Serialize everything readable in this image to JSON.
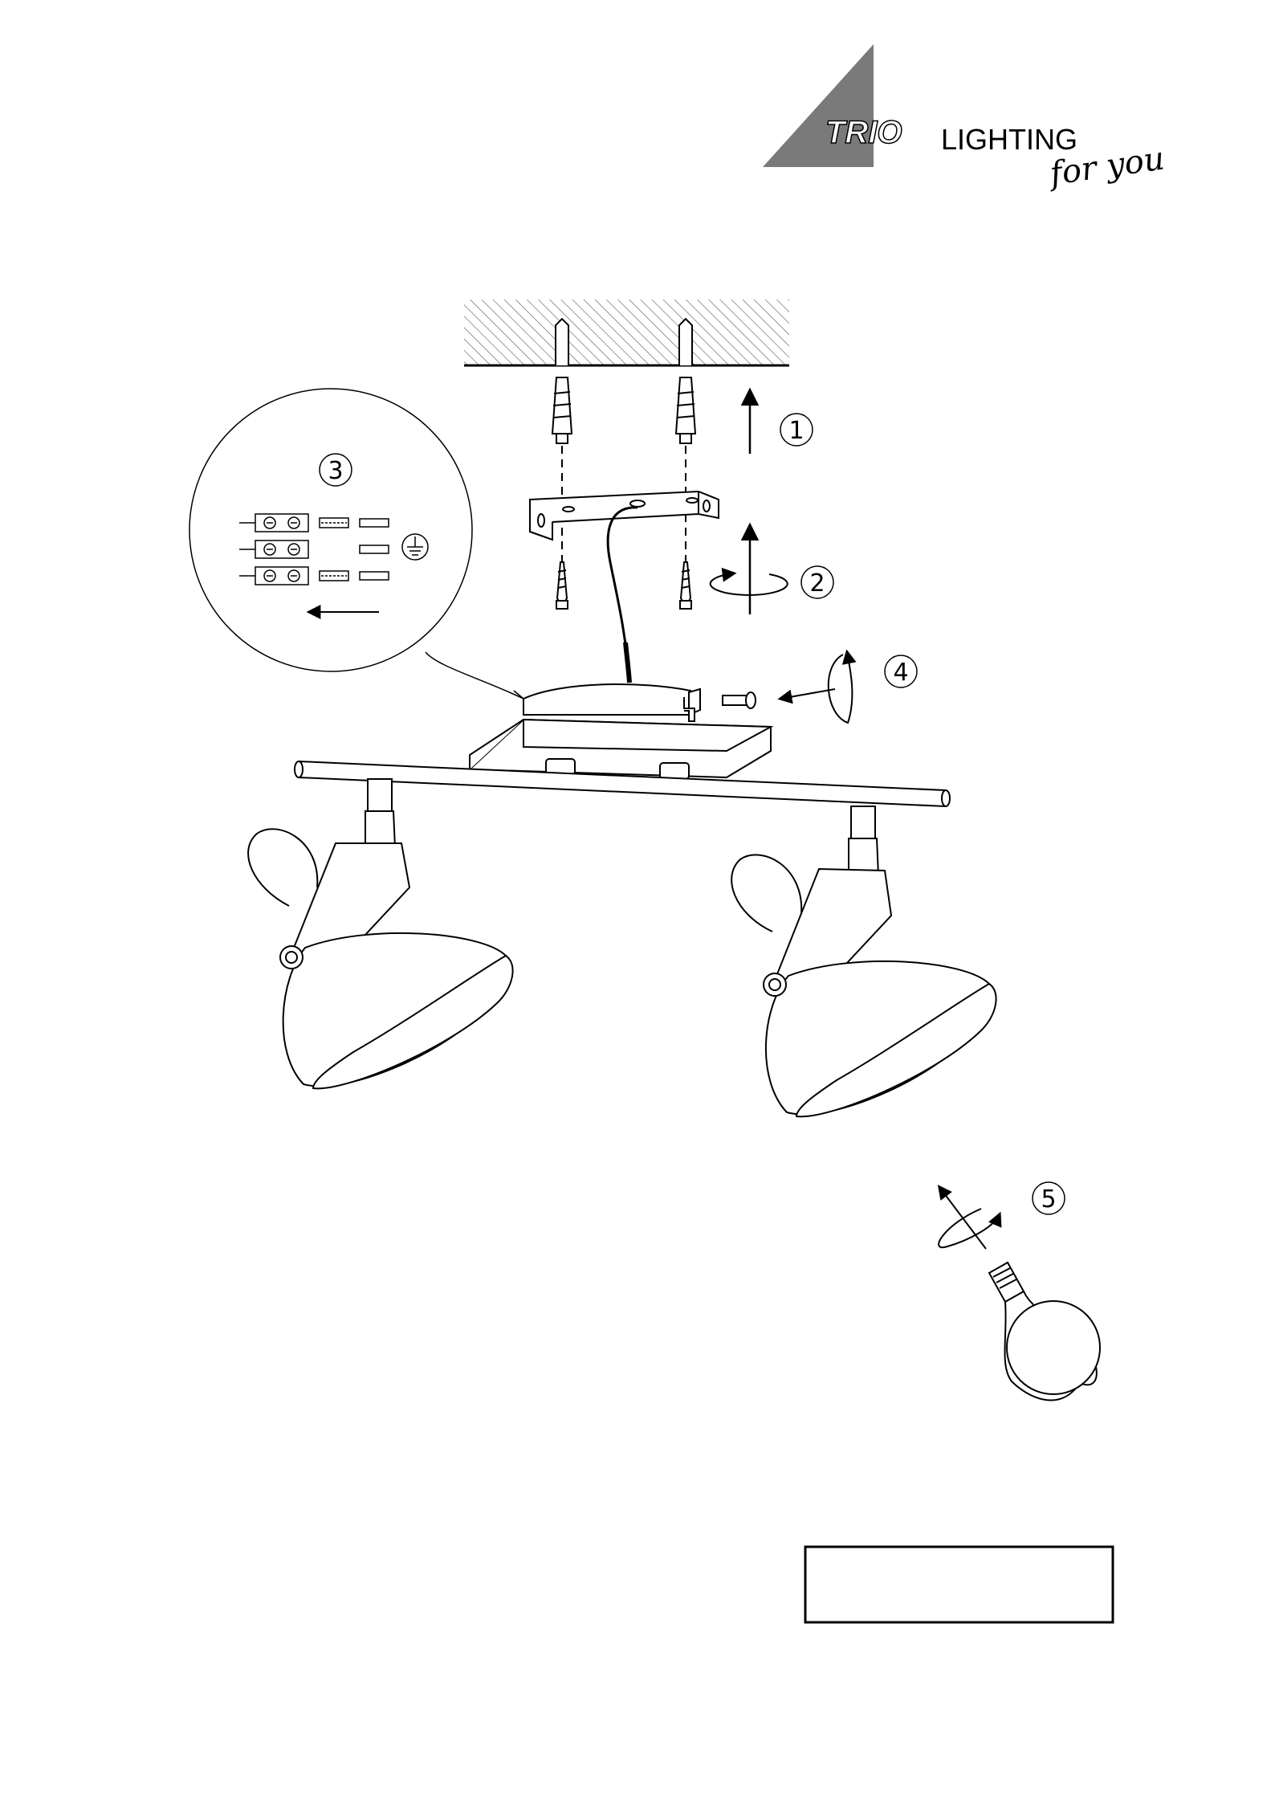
{
  "logo": {
    "brand": "TRIO",
    "word": "LIGHTING",
    "tagline": "for you",
    "color": "#7a7a7a"
  },
  "steps": [
    {
      "number": "1",
      "icon": "arrow-up-icon"
    },
    {
      "number": "2",
      "icon": "rotate-arrow-icon"
    },
    {
      "number": "3",
      "icon": "wiring-detail-icon"
    },
    {
      "number": "4",
      "icon": "rotate-arrow-icon"
    },
    {
      "number": "5",
      "icon": "rotate-arrow-icon"
    }
  ],
  "label_box": {
    "text": ""
  },
  "colors": {
    "line": "#000000",
    "hatch": "#555555",
    "background": "#ffffff"
  }
}
